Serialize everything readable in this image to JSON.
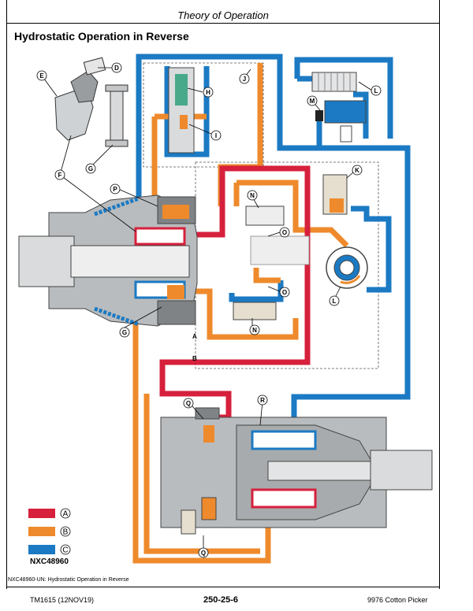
{
  "header": {
    "title": "Theory of Operation"
  },
  "section": {
    "title": "Hydrostatic Operation in Reverse"
  },
  "callouts": {
    "D": "D",
    "E": "E",
    "F": "F",
    "G_top": "G",
    "G_mid": "G",
    "H": "H",
    "I": "I",
    "J": "J",
    "K": "K",
    "L_top": "L",
    "L_mid": "L",
    "M": "M",
    "N_top": "N",
    "N_bot": "N",
    "O_top": "O",
    "O_bot": "O",
    "P": "P",
    "Q_top": "Q",
    "Q_bot": "Q",
    "R": "R"
  },
  "line_markers": {
    "a": "A",
    "b": "B"
  },
  "legend": [
    {
      "label": "A",
      "color": "#d6203c"
    },
    {
      "label": "B",
      "color": "#ee8a2c"
    },
    {
      "label": "C",
      "color": "#1b7ac3"
    }
  ],
  "colors": {
    "high_pressure": "#d6203c",
    "charge_pressure": "#ee8a2c",
    "return": "#1b7ac3",
    "housing": "#b9bcbe"
  },
  "figure_id": "NXC48960",
  "caption": "NXC48960-UN: Hydrostatic Operation in Reverse",
  "footer": {
    "left": "TM1615 (12NOV19)",
    "center": "250-25-6",
    "right": "9976 Cotton Picker"
  }
}
